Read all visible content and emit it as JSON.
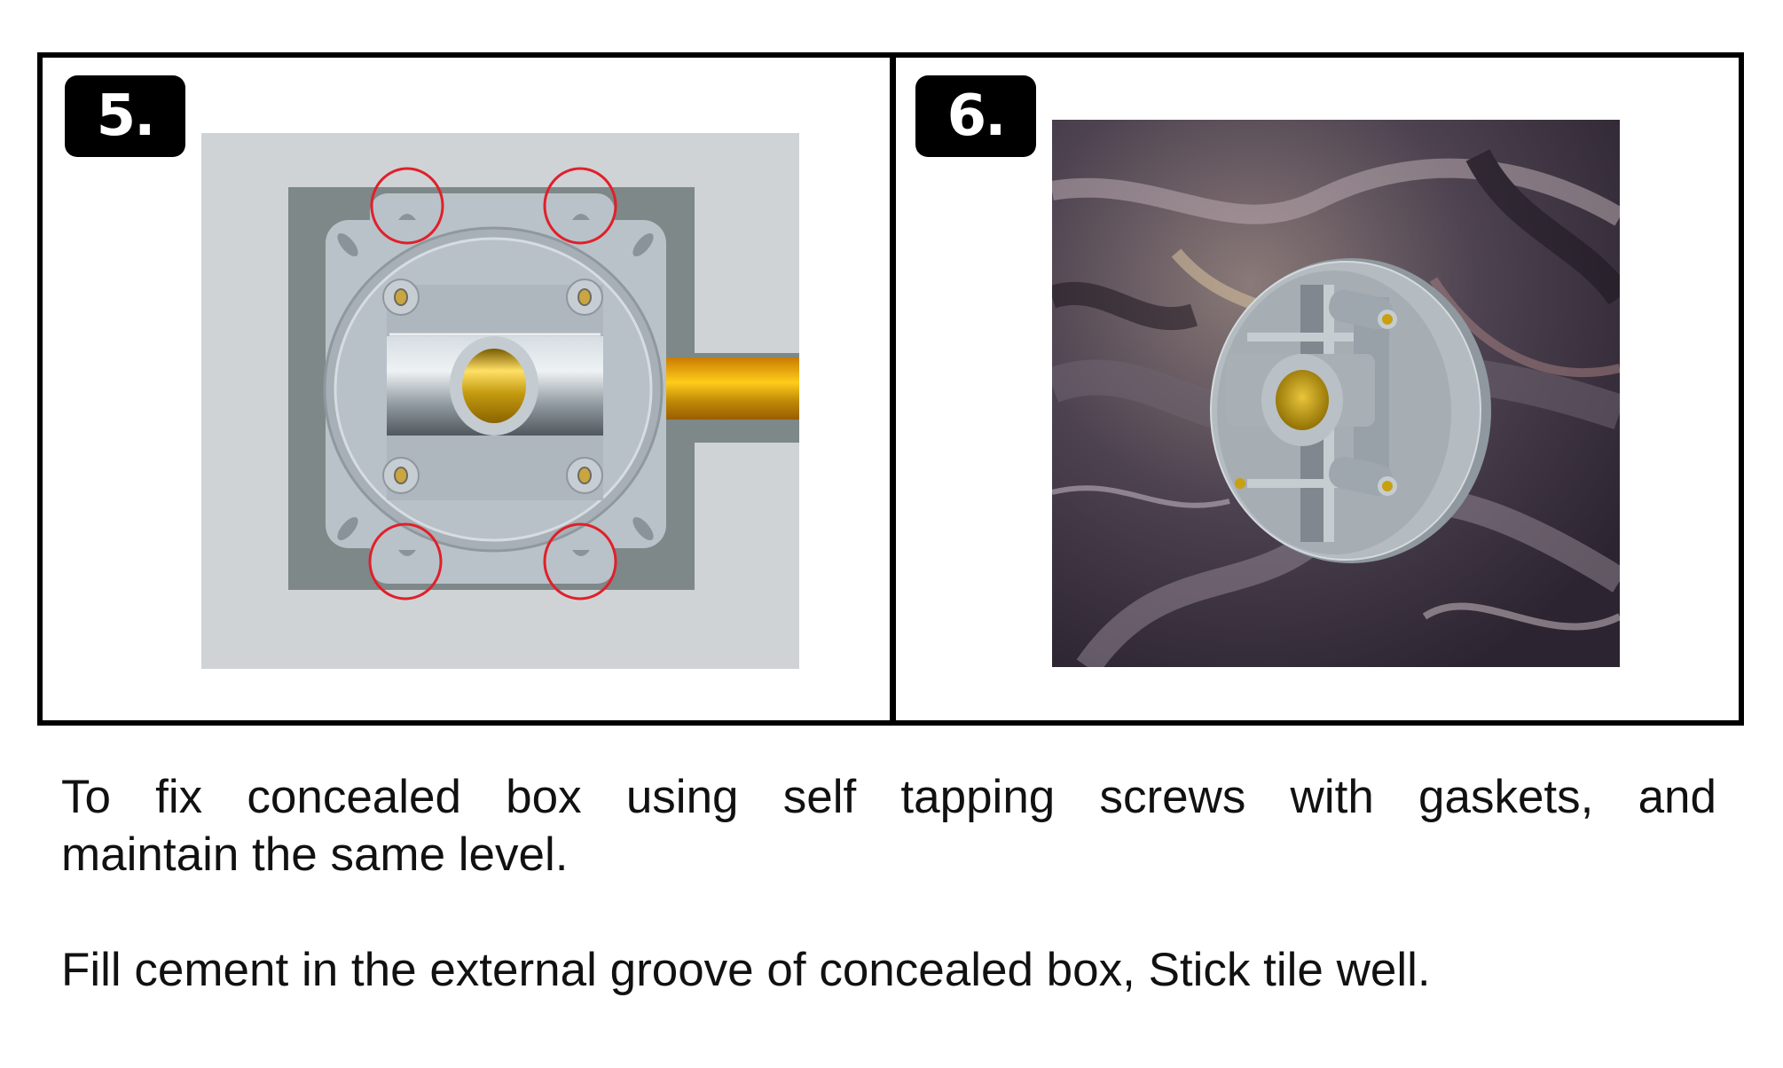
{
  "steps": [
    {
      "number": "5.",
      "illustration": "concealed-box-front-view-with-screw-positions",
      "colors": {
        "background": "#cfd3d5",
        "recess": "#7e8888",
        "flange": "#b9c2c8",
        "pipe_gold": "#e0a010",
        "highlight_circle": "#e0202a"
      },
      "highlight_circles": 4
    },
    {
      "number": "6.",
      "illustration": "concealed-box-installed-in-marble-tile",
      "colors": {
        "marble_dark": "#3b3340",
        "marble_mid": "#6d6272",
        "disc": "#a9b0b5",
        "brass": "#c8a010"
      }
    }
  ],
  "instructions": {
    "line1": "To fix concealed box using self tapping screws with gaskets, and",
    "line2": "maintain the same level.",
    "line3": "Fill cement in the external groove of concealed box, Stick tile well."
  }
}
